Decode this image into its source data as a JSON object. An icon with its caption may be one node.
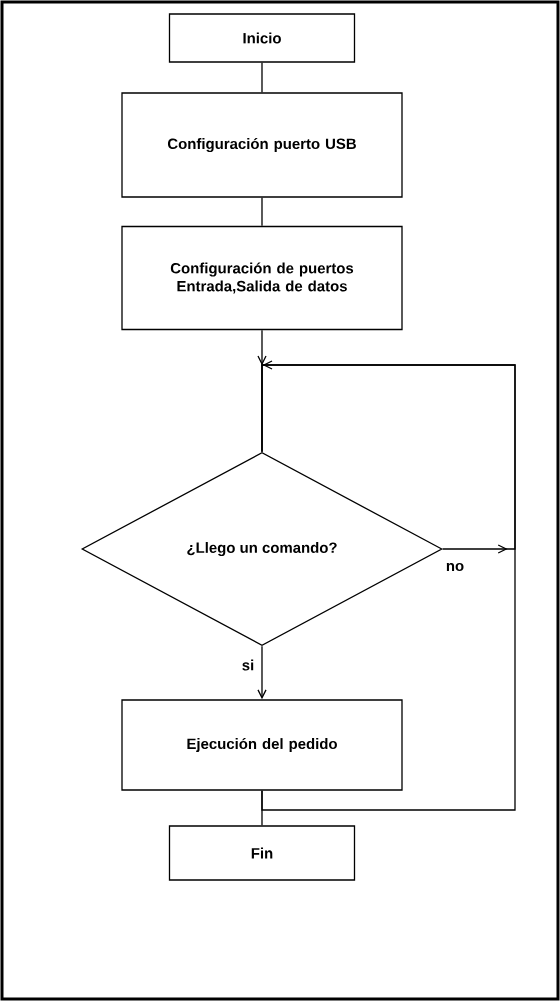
{
  "diagram": {
    "nodes": [
      {
        "text": [
          "Inicio"
        ]
      },
      {
        "text": [
          "Configuración puerto USB"
        ]
      },
      {
        "text": [
          "Configuración de puertos Entrada,Salida de datos"
        ]
      },
      {
        "text": [
          "¿Llego un comando?"
        ]
      },
      {
        "text": [
          "Ejecución del pedido"
        ]
      },
      {
        "text": [
          "Fin"
        ]
      }
    ],
    "edges": [
      {
        "from": 0,
        "to": 1,
        "arrow": "none"
      },
      {
        "from": 1,
        "to": 2,
        "arrow": "none"
      },
      {
        "from": 2,
        "to": 3,
        "arrow": "none"
      },
      {
        "from": 3,
        "to": 4,
        "arrow": "to",
        "label": "si"
      },
      {
        "from": 3,
        "to": 3,
        "arrow": "to",
        "label": "no"
      },
      {
        "from": 4,
        "to": 3,
        "arrow": "to"
      },
      {
        "from": 4,
        "to": 5,
        "arrow": "none"
      }
    ]
  }
}
